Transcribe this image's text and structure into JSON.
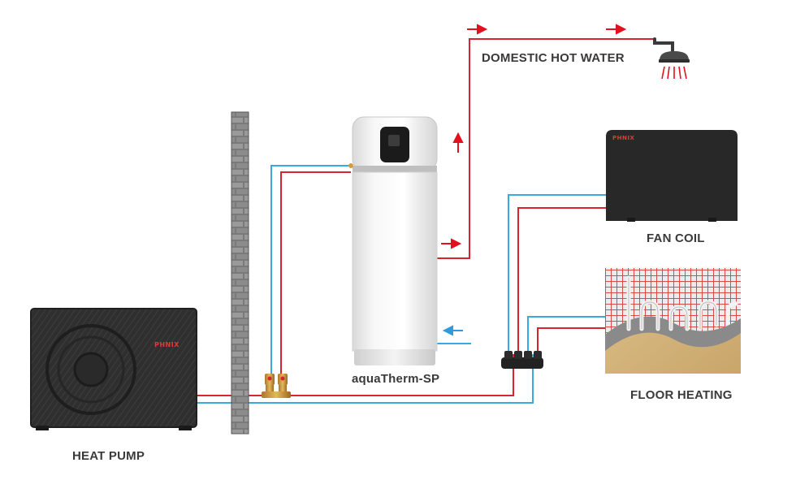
{
  "labels": {
    "domestic_hot_water": "DOMESTIC HOT WATER",
    "fan_coil": "FAN COIL",
    "floor_heating": "FLOOR HEATING",
    "heat_pump": "HEAT PUMP",
    "tank": "aquaTherm-SP"
  },
  "brand": {
    "heat_pump_logo": "PHNIX",
    "fan_coil_logo": "PHNIX"
  },
  "colors": {
    "hot_pipe": "#d9232e",
    "cold_pipe": "#3aa9e0",
    "flow_arrow_hot": "#e3101e",
    "flow_arrow_cold": "#2e9be0",
    "unit_body": "#2b2b2b",
    "wall": "#6f6f6f"
  },
  "icons": [
    "shower-icon",
    "brick-wall",
    "valve-icon",
    "manifold-icon",
    "flow-arrow"
  ]
}
